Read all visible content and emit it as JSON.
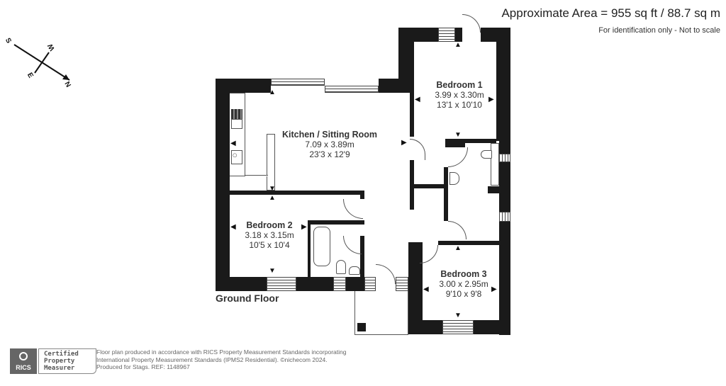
{
  "header": {
    "approximate_area": "Approximate Area = 955 sq ft / 88.7 sq m",
    "disclaimer": "For identification only - Not to scale"
  },
  "compass": {
    "labels": [
      "S",
      "W",
      "E",
      "N"
    ],
    "north_direction": "bottom-right"
  },
  "floor_label": "Ground Floor",
  "rooms": [
    {
      "name": "Kitchen / Sitting Room",
      "metric": "7.09 x 3.89m",
      "imperial": "23'3 x 12'9"
    },
    {
      "name": "Bedroom 1",
      "metric": "3.99 x 3.30m",
      "imperial": "13'1 x 10'10"
    },
    {
      "name": "Bedroom 2",
      "metric": "3.18 x 3.15m",
      "imperial": "10'5 x 10'4"
    },
    {
      "name": "Bedroom 3",
      "metric": "3.00 x 2.95m",
      "imperial": "9'10 x 9'8"
    }
  ],
  "footer": {
    "badge_org": "RICS",
    "badge_line1": "Certified",
    "badge_line2": "Property",
    "badge_line3": "Measurer",
    "text_line1": "Floor plan produced in accordance with RICS Property Measurement Standards incorporating",
    "text_line2": "International Property Measurement Standards (IPMS2 Residential).   ©nichecom 2024.",
    "text_line3": "Produced for Stags.   REF: 1148967"
  },
  "colors": {
    "wall": "#1a1a1a",
    "background": "#ffffff",
    "badge": "#666666"
  }
}
